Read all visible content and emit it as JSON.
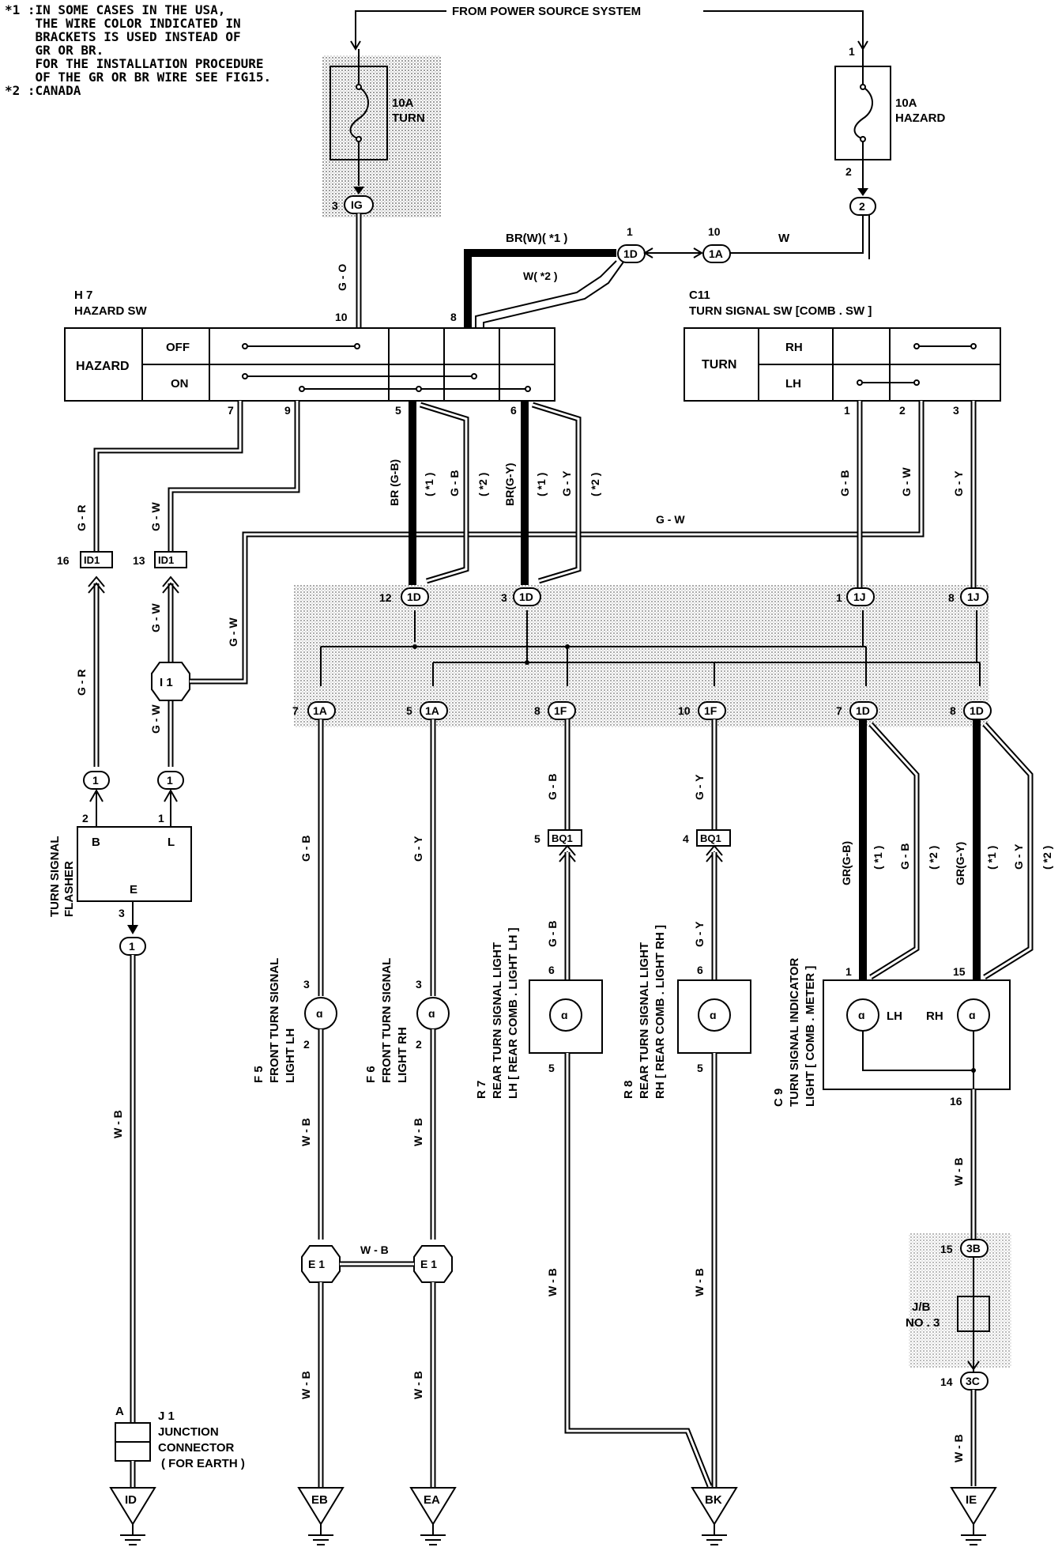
{
  "notes": {
    "n1": "*1 :IN SOME CASES IN THE USA,\n    THE WIRE COLOR INDICATED IN\n    BRACKETS IS USED INSTEAD OF\n    GR OR BR.\n    FOR THE INSTALLATION PROCEDURE\n    OF THE GR OR BR WIRE SEE FIG15.",
    "n2": "*2 :CANADA"
  },
  "power": {
    "label": "FROM  POWER  SOURCE  SYSTEM"
  },
  "fuses": {
    "turn": {
      "amp": "10A",
      "name": "TURN",
      "pin": "3",
      "conn": "IG"
    },
    "hazard": {
      "amp": "10A",
      "name": "HAZARD",
      "pin_top": "1",
      "pin": "2",
      "conn": "2"
    }
  },
  "wires": {
    "go": "G - O",
    "brw": "BR(W)( *1 )",
    "w2": "W( *2 )",
    "w": "W",
    "gr": "G - R",
    "gw": "G - W",
    "gb": "G - B",
    "gy": "G - Y",
    "brgb": "BR (G-B)",
    "brgy": "BR(G-Y)",
    "grgb": "GR(G-B)",
    "grgy": "GR(G-Y)",
    "wb": "W - B",
    "s1": "( *1 )",
    "s2": "( *2 )"
  },
  "connectors": {
    "c1d": "1D",
    "c1a": "1A",
    "p1": "1",
    "p10": "10",
    "id1": "ID1",
    "p16": "16",
    "p13": "13",
    "i1": "I 1",
    "c1j": "1J",
    "c1f": "1F",
    "bq1": "BQ1",
    "e1": "E 1",
    "c3b": "3B",
    "c3c": "3C",
    "p15": "15",
    "p14": "14",
    "p12": "12",
    "p3": "3",
    "p8": "8",
    "p7": "7",
    "p5": "5",
    "p6": "6",
    "p4": "4",
    "p2": "2",
    "p9": "9"
  },
  "hazard_sw": {
    "code": "H 7",
    "name": "HAZARD SW",
    "label": "HAZARD",
    "off": "OFF",
    "on": "ON",
    "pin10": "10",
    "pin8": "8",
    "pin7": "7",
    "pin9": "9",
    "pin5": "5",
    "pin6": "6"
  },
  "turn_sw": {
    "code": "C11",
    "name": "TURN SIGNAL SW [COMB . SW ]",
    "label": "TURN",
    "rh": "RH",
    "lh": "LH",
    "pin1": "1",
    "pin2": "2",
    "pin3": "3"
  },
  "flasher": {
    "name1": "TURN SIGNAL",
    "name2": "FLASHER",
    "b": "B",
    "l": "L",
    "e": "E",
    "pin2": "2",
    "pin1": "1",
    "pin3": "3"
  },
  "lights": {
    "f5": {
      "code": "F 5",
      "l1": "FRONT TURN SIGNAL",
      "l2": "LIGHT LH"
    },
    "f6": {
      "code": "F 6",
      "l1": "FRONT TURN SIGNAL",
      "l2": "LIGHT RH"
    },
    "r7": {
      "code": "R 7",
      "l1": "REAR TURN SIGNAL LIGHT",
      "l2": "LH [ REAR COMB . LIGHT LH ]"
    },
    "r8": {
      "code": "R 8",
      "l1": "REAR TURN SIGNAL LIGHT",
      "l2": "RH [ REAR COMB . LIGHT RH ]"
    },
    "c9": {
      "code": "C 9",
      "l1": "TURN SIGNAL INDICATOR",
      "l2": "LIGHT [ COMB . METER ]",
      "lh": "LH",
      "rh": "RH",
      "pin1": "1",
      "pin15": "15",
      "pin16": "16"
    }
  },
  "junction": {
    "a": "A",
    "code": "J 1",
    "l1": "JUNCTION",
    "l2": "CONNECTOR",
    "l3": "( FOR EARTH )"
  },
  "jb": {
    "l1": "J/B",
    "l2": "NO . 3"
  },
  "grounds": {
    "id": "ID",
    "eb": "EB",
    "ea": "EA",
    "bk": "BK",
    "ie": "IE"
  }
}
